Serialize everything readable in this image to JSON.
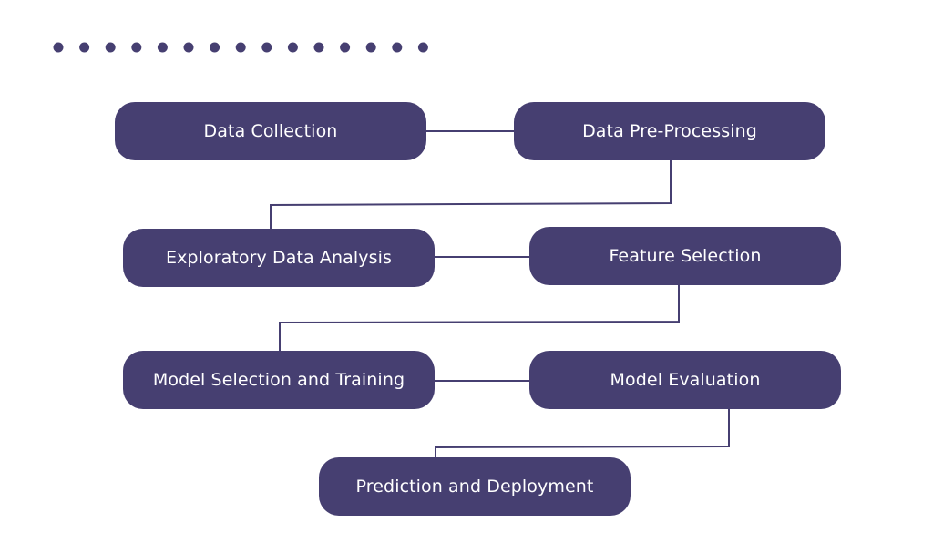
{
  "theme": {
    "box_color": "#463f71",
    "line_color": "#463f71",
    "dot_color": "#463f71",
    "text_color": "#ffffff"
  },
  "decoration": {
    "dot_count": 15
  },
  "steps": [
    {
      "label": "Data Collection"
    },
    {
      "label": "Data Pre-Processing"
    },
    {
      "label": "Exploratory Data Analysis"
    },
    {
      "label": "Feature Selection"
    },
    {
      "label": "Model Selection and Training"
    },
    {
      "label": "Model Evaluation"
    },
    {
      "label": "Prediction and Deployment"
    }
  ]
}
